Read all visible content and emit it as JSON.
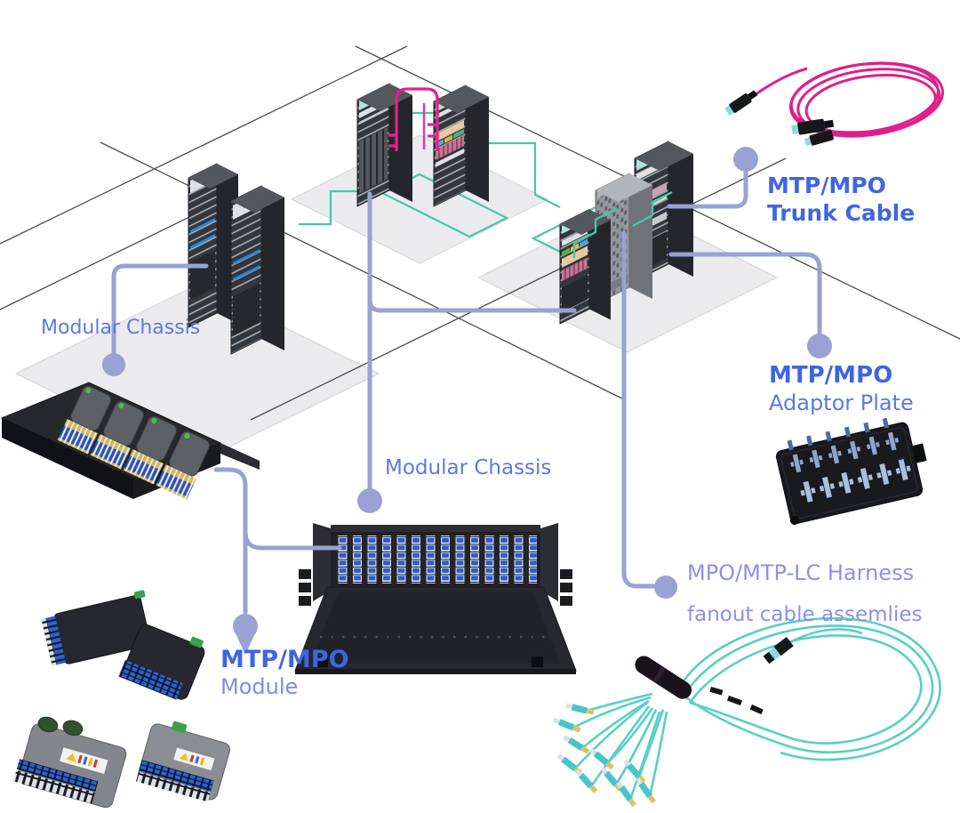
{
  "diagram": {
    "description": "Data center MTP/MPO fiber cabling solution diagram with server racks and product callouts",
    "labels": {
      "modular_chassis_left": "Modular Chassis",
      "modular_chassis_center": "Modular Chassis",
      "trunk_line1": "MTP/MPO",
      "trunk_line2": "Trunk Cable",
      "adaptor_line1": "MTP/MPO",
      "adaptor_line2": "Adaptor Plate",
      "module_line1": "MTP/MPO",
      "module_line2": "Module",
      "harness_line1": "MPO/MTP-LC Harness",
      "harness_line2": "fanout cable assemlies"
    },
    "colors": {
      "heading_blue": "#3f66e0",
      "label_blue": "#5b79e3",
      "label_lavender": "#8f8fea",
      "connector": "#99a2d2",
      "teal": "#45c7ad",
      "magenta": "#e81f8e",
      "aqua": "#58cfc6",
      "rack_dark": "#35383e",
      "rack_gray": "#95989d",
      "floor": "#ebebee",
      "grid": "#4c4c4c"
    }
  }
}
